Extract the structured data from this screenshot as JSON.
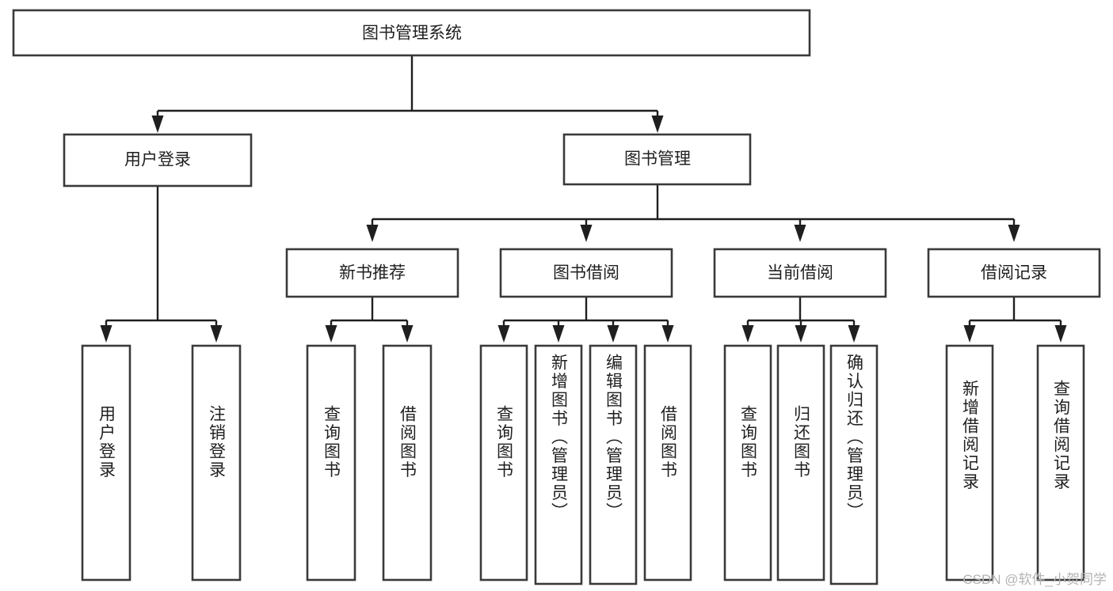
{
  "diagram": {
    "type": "tree",
    "title": "图书管理系统",
    "watermark": "CSDN @软件_小贺同学",
    "colors": {
      "background": "#ffffff",
      "box_stroke": "#3a3a3a",
      "connector": "#1f1f1f",
      "text": "#1f1f1f",
      "watermark": "#b3b3b3"
    },
    "levels": {
      "root": {
        "label": "图书管理系统"
      },
      "level2": [
        {
          "label": "用户登录"
        },
        {
          "label": "图书管理"
        }
      ],
      "level3": [
        {
          "label": "新书推荐"
        },
        {
          "label": "图书借阅"
        },
        {
          "label": "当前借阅"
        },
        {
          "label": "借阅记录"
        }
      ],
      "leaves": {
        "user_login": [
          {
            "label": "用户登录"
          },
          {
            "label": "注销登录"
          }
        ],
        "new_book_recommend": [
          {
            "label": "查询图书"
          },
          {
            "label": "借阅图书"
          }
        ],
        "book_borrow": [
          {
            "label": "查询图书"
          },
          {
            "label": "新增图书（管理员）"
          },
          {
            "label": "编辑图书（管理员）"
          },
          {
            "label": "借阅图书"
          }
        ],
        "current_borrow": [
          {
            "label": "查询图书"
          },
          {
            "label": "归还图书"
          },
          {
            "label": "确认归还（管理员）"
          }
        ],
        "borrow_record": [
          {
            "label": "新增借阅记录"
          },
          {
            "label": "查询借阅记录"
          }
        ]
      }
    }
  }
}
